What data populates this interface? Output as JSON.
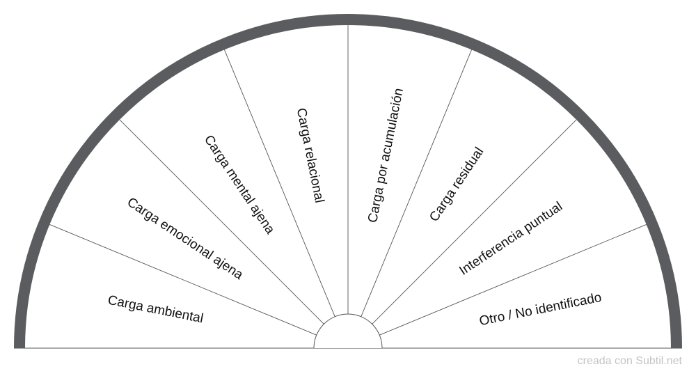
{
  "diagram": {
    "segments": [
      "Carga ambiental",
      "Carga emocional ajena",
      "Carga mental ajena",
      "Carga relacional",
      "Carga por acumulación",
      "Carga residual",
      "Interferencia puntual",
      "Otro / No identificado"
    ]
  },
  "colors": {
    "rim": "#5b5c5f",
    "divider": "#555555",
    "text": "#111111",
    "footer": "#c4c4c4"
  },
  "footer": {
    "credit": "creada con Subtil.net"
  }
}
